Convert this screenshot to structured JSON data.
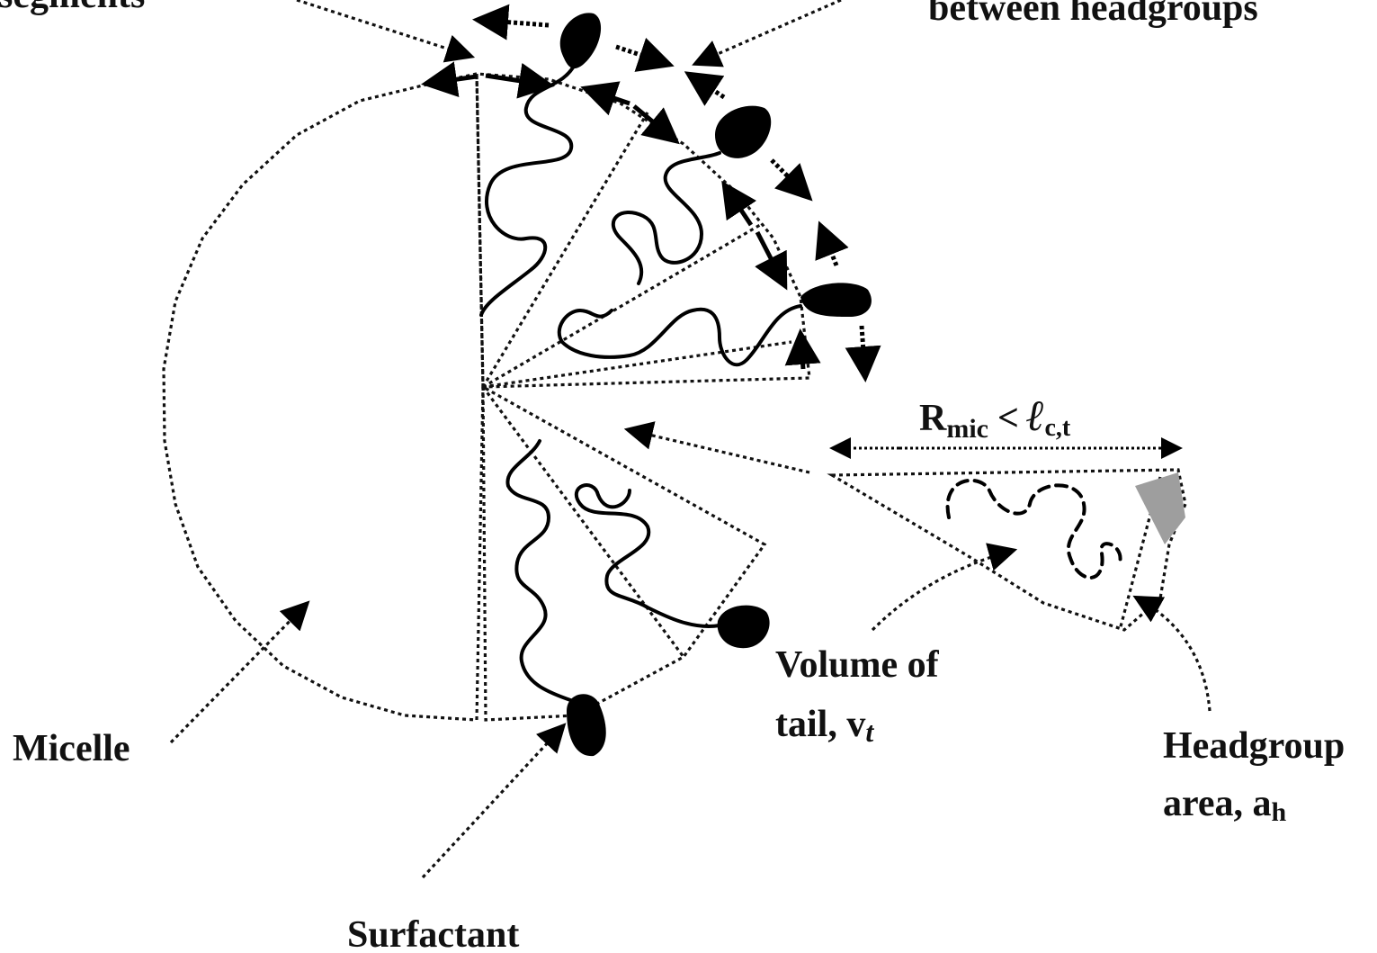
{
  "labels": {
    "top_left": "segments",
    "top_right": "between headgroups",
    "r_mic": "R",
    "r_mic_sub": "mic",
    "lessthan": "<",
    "lc_script": "ℓ",
    "lc_sub": "c,t",
    "volume_line1": "Volume of",
    "volume_line2": "tail, v",
    "volume_sub": "t",
    "micelle": "Micelle",
    "headgroup_line1": "Headgroup",
    "headgroup_line2": "area, a",
    "headgroup_sub": "h",
    "surfactant": "Surfactant"
  },
  "colors": {
    "ink": "#111111",
    "shade": "#c8c8c8",
    "background": "#ffffff"
  }
}
